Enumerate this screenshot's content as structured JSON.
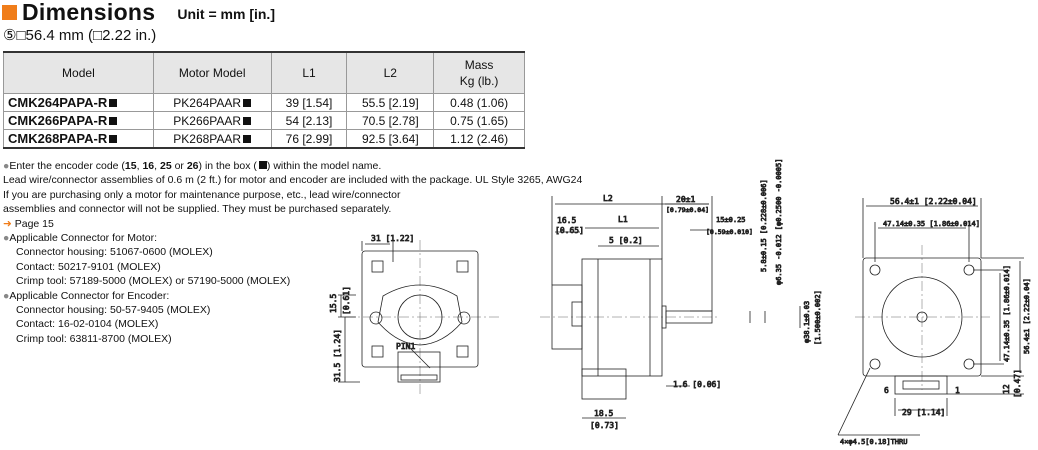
{
  "header": {
    "title": "Dimensions",
    "unit": "Unit = mm [in.]"
  },
  "frame": {
    "index": "⑤",
    "size": "□56.4 mm (□2.22 in.)"
  },
  "table": {
    "headers": {
      "model": "Model",
      "motor_model": "Motor Model",
      "l1": "L1",
      "l2": "L2",
      "mass": "Mass",
      "mass_unit": "Kg (lb.)"
    },
    "rows": [
      {
        "model": "CMK264PAPA-R",
        "motor_model": "PK264PAAR",
        "l1": "39 [1.54]",
        "l2": "55.5 [2.19]",
        "mass": "0.48 (1.06)"
      },
      {
        "model": "CMK266PAPA-R",
        "motor_model": "PK266PAAR",
        "l1": "54 [2.13]",
        "l2": "70.5 [2.78]",
        "mass": "0.75 (1.65)"
      },
      {
        "model": "CMK268PAPA-R",
        "motor_model": "PK268PAAR",
        "l1": "76 [2.99]",
        "l2": "92.5 [3.64]",
        "mass": "1.12 (2.46)"
      }
    ]
  },
  "notes": {
    "encoder_a": "Enter the encoder code (",
    "code15": "15",
    "sep1": ", ",
    "code16": "16",
    "sep2": ", ",
    "code25": "25",
    "sep3": " or ",
    "code26": "26",
    "encoder_b": ") in the box (",
    "encoder_c": ") within the model name.",
    "lead_wire": "Lead wire/connector assemblies of 0.6 m (2 ft.) for motor and encoder are included with the package. UL Style 3265, AWG24",
    "maintenance_1": "If you are purchasing only a motor for maintenance purpose, etc., lead wire/connector",
    "maintenance_2": "assemblies and connector will not be supplied. They must be purchased separately.",
    "page_link": "Page 15",
    "motor_conn_title": "Applicable Connector for Motor:",
    "motor_housing": "Connector housing: 51067-0600 (MOLEX)",
    "motor_contact": "Contact: 50217-9101 (MOLEX)",
    "motor_crimp": "Crimp tool: 57189-5000 (MOLEX) or 57190-5000 (MOLEX)",
    "enc_conn_title": "Applicable Connector for Encoder:",
    "enc_housing": "Connector housing: 50-57-9405 (MOLEX)",
    "enc_contact": "Contact: 16-02-0104 (MOLEX)",
    "enc_crimp": "Crimp tool: 63811-8700 (MOLEX)"
  },
  "drawing": {
    "rear": {
      "width": "31 [1.22]",
      "h1": "15.5",
      "h1_in": "[0.61]",
      "h2": "31.5 [1.24]",
      "pin": "PIN1"
    },
    "side": {
      "l2": "L2",
      "l1": "L1",
      "flange": "20±1",
      "flange_in": "[0.79±0.04]",
      "rear_len": "16.5",
      "rear_len_in": "[0.65]",
      "pilot": "5 [0.2]",
      "flat": "15±0.25",
      "flat_in": "[0.59±0.010]",
      "flat_depth": "5.8±0.15 [0.228±0.006]",
      "shaft": "φ6.35 -0.012 [φ0.2500 -0.0005]",
      "boss": "φ38.1±0.03",
      "boss_in": "[1.500±0.002]",
      "plate": "1.6 [0.06]",
      "enc": "18.5",
      "enc_in": "[0.73]"
    },
    "front": {
      "width": "56.4±1 [2.22±0.04]",
      "pitch": "47.14±0.35 [1.86±0.014]",
      "v_pitch": "47.14±0.35 [1.86±0.014]",
      "v_width": "56.4±1 [2.22±0.04]",
      "conn_h": "12",
      "conn_h_in": "[0.47]",
      "pin6": "6",
      "pin1": "1",
      "conn_w": "29 [1.14]",
      "holes": "4×φ4.5[0.18]THRU"
    }
  }
}
